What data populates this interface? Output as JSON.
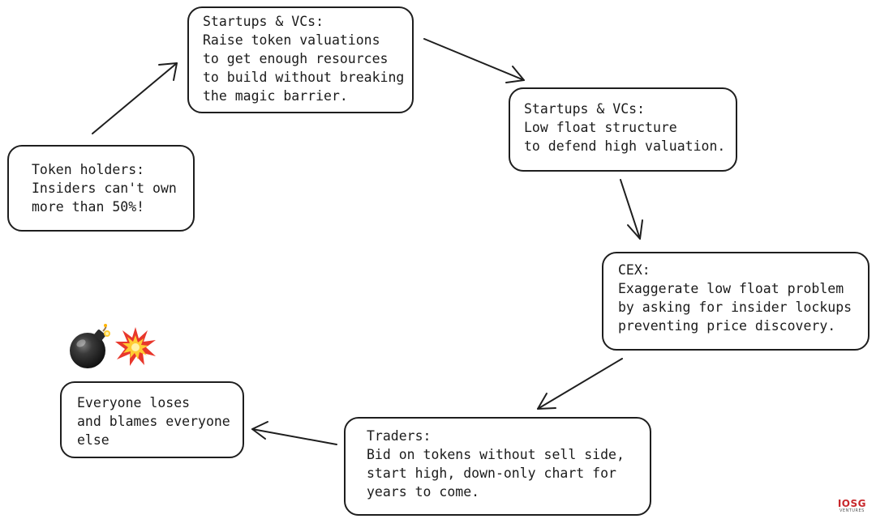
{
  "boxes": {
    "token_holders": {
      "lines": [
        "Token holders:",
        "Insiders can't own",
        "more than 50%!"
      ]
    },
    "startups_raise": {
      "lines": [
        "Startups & VCs:",
        "Raise token valuations",
        "to get enough resources",
        "to build without breaking",
        "the magic barrier."
      ]
    },
    "startups_low_float": {
      "lines": [
        "Startups & VCs:",
        "Low float structure",
        "to defend high valuation."
      ]
    },
    "cex": {
      "lines": [
        "CEX:",
        "Exaggerate low float problem",
        "by asking for insider lockups",
        "preventing price discovery."
      ]
    },
    "traders": {
      "lines": [
        "Traders:",
        "Bid on tokens without sell side,",
        "start high, down-only chart for",
        "years to come."
      ]
    },
    "everyone_loses": {
      "lines": [
        "Everyone loses",
        "and blames everyone",
        "else"
      ]
    }
  },
  "decorations": {
    "icons": [
      "bomb-icon",
      "explosion-icon"
    ]
  },
  "watermark": {
    "main": "IOSG",
    "sub": "VENTURES",
    "color": "#c8282c"
  },
  "colors": {
    "stroke": "#1e1e1e",
    "background": "#ffffff"
  }
}
